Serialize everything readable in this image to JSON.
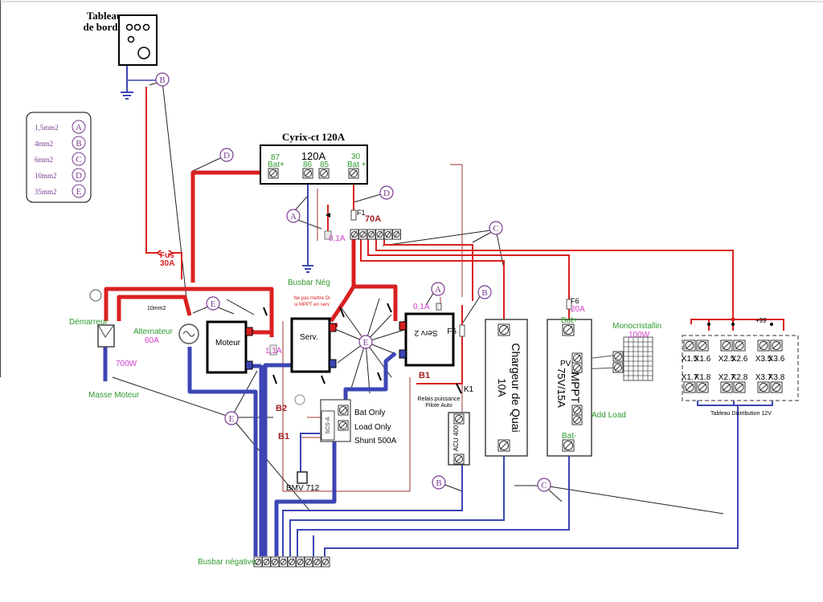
{
  "dashboard": {
    "title": "Tableau\nde bord"
  },
  "legend": [
    {
      "size": "1,5mm2",
      "code": "A"
    },
    {
      "size": "4mm2",
      "code": "B"
    },
    {
      "size": "6mm2",
      "code": "C"
    },
    {
      "size": "10mm2",
      "code": "D"
    },
    {
      "size": "35mm2",
      "code": "E"
    }
  ],
  "relay": {
    "title": "Cyrix-ct 120A",
    "rating": "120A",
    "t87": "87",
    "t87_label": "Bat+",
    "t86": "86",
    "t85": "85",
    "t30": "30",
    "t30_label": "Bat +"
  },
  "labels": {
    "f1": "F1",
    "f1_rating": "70A",
    "fuse_01a_top": "0,1A",
    "fuse_01a_right": "0,1A",
    "fuse_11a": "1,1A",
    "busbar_neg_top": "Busbar Nég",
    "warning": "Ne pas mettre Oi\nsi MPPT en serv",
    "demarreur": "Démarreur",
    "alternateur": "Alternateur",
    "alt_rating": "60A",
    "starter_power": "700W",
    "masse_moteur": "Masse Moteur",
    "fus": "Fus",
    "fus_rating": "30A",
    "moteur": "Moteur",
    "serv": "Serv.",
    "serv2": "Serv 2",
    "wire_10mm2": "10mm2",
    "b1_top": "B1",
    "b1_bottom": "B1",
    "b2": "B2",
    "k1": "K1",
    "f5": "F5",
    "relay_power": "Relais puissance\nPilote Auto",
    "shunt_bat": "Bat Only",
    "shunt_load": "Load Only",
    "shunt": "Shunt 500A",
    "bmv": "BMV 712",
    "acu": "ACU 400",
    "charger": "Chargeur de Quai",
    "charger_rating": "10A",
    "mppt": "MPPT",
    "mppt_rating": "75V/15A",
    "mppt_bat_plus": "Bat+",
    "mppt_pv": "PV",
    "mppt_add_load": "Add Load",
    "mppt_bat_minus": "Bat-",
    "f6": "F6",
    "f6_rating": "20A",
    "solar": "Monocristallin",
    "solar_power": "100W",
    "distrib_plus": "+99",
    "distrib_title": "Tableau Distribution 12V",
    "busbar_neg_bottom": "Busbar négative"
  },
  "circle_markers": [
    {
      "id": "b-dash",
      "code": "B"
    },
    {
      "id": "d-left",
      "code": "D"
    },
    {
      "id": "d-right",
      "code": "D"
    },
    {
      "id": "a-top",
      "code": "A"
    },
    {
      "id": "a-right",
      "code": "A"
    },
    {
      "id": "b-right",
      "code": "B"
    },
    {
      "id": "c-top",
      "code": "C"
    },
    {
      "id": "e-left",
      "code": "E"
    },
    {
      "id": "e-center",
      "code": "E"
    },
    {
      "id": "e-bottom",
      "code": "E"
    },
    {
      "id": "b-acu",
      "code": "B"
    },
    {
      "id": "c-bottom",
      "code": "C"
    }
  ],
  "distribution": {
    "top_row": [
      "X1.5",
      "X1.6",
      "X2.5",
      "X2.6",
      "X3.5",
      "X3.6"
    ],
    "bottom_row": [
      "X1.7",
      "X1.8",
      "X2.7",
      "X2.8",
      "X3.7",
      "X3.8"
    ]
  },
  "colors": {
    "positive": "#d92020",
    "negative": "#3c46b4",
    "label": "#7a3c90",
    "green": "#2e9a2e",
    "magenta": "#d23cc8"
  }
}
